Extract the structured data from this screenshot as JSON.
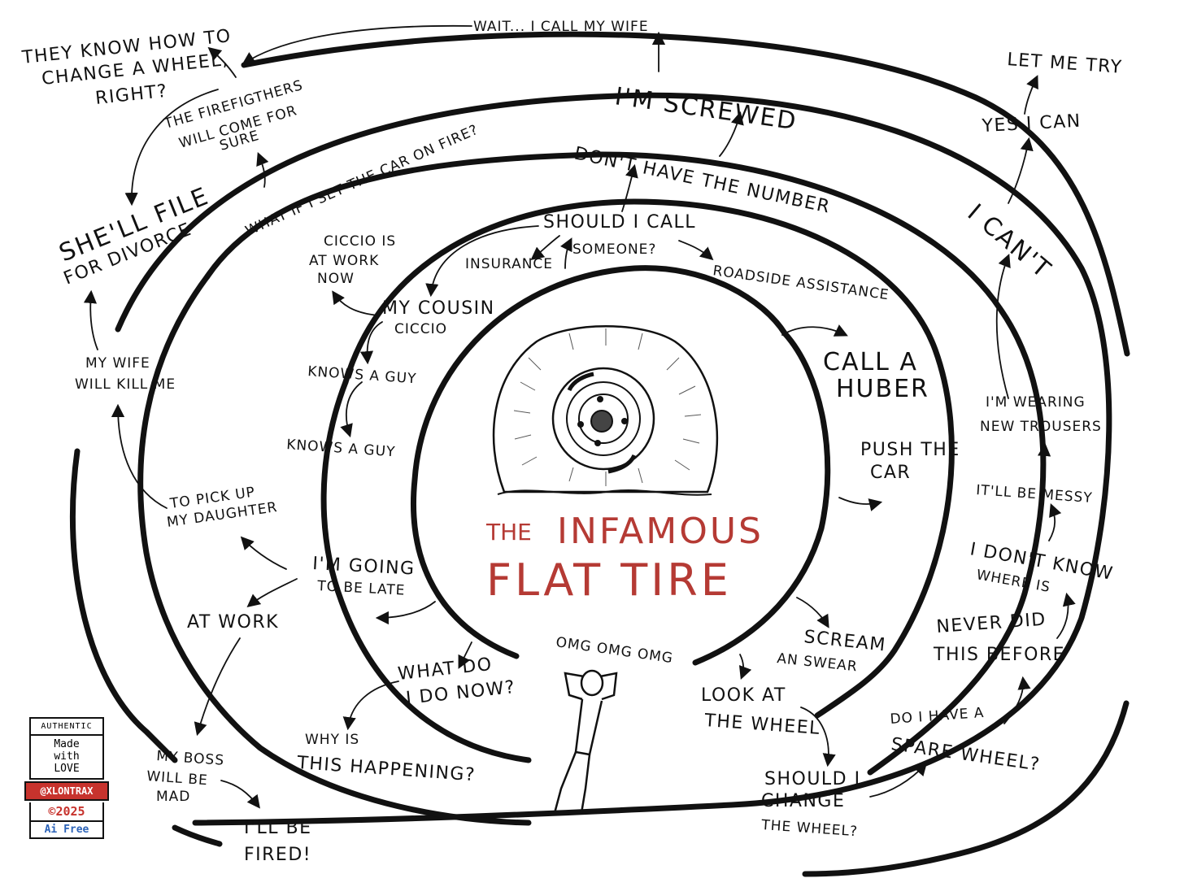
{
  "title": {
    "line1_prefix": "THE",
    "line1_word": "INFAMOUS",
    "line2": "FLAT TIRE"
  },
  "labels": {
    "wait_call_wife": "WAIT... I CALL MY WIFE",
    "they_know_1": "THEY KNOW HOW TO",
    "they_know_2": "CHANGE A WHEEL,",
    "they_know_3": "RIGHT?",
    "firefighters_1": "THE FIREFIGTHERS",
    "firefighters_2": "WILL COME FOR",
    "firefighters_3": "SURE",
    "set_car_fire": "WHAT IF I SET THE CAR ON FIRE?",
    "im_screwed": "I'M SCREWED",
    "dont_have_number": "DON'T HAVE THE NUMBER",
    "let_me_try": "LET ME TRY",
    "yes_i_can": "YES I CAN",
    "i_cant": "I CAN'T",
    "divorce_1": "SHE'LL FILE",
    "divorce_2": "FOR DIVORCE",
    "should_call_1": "SHOULD I CALL",
    "should_call_2": "SOMEONE?",
    "insurance": "INSURANCE",
    "roadside": "ROADSIDE ASSISTANCE",
    "ciccio_work_1": "CICCIO IS",
    "ciccio_work_2": "AT WORK",
    "ciccio_work_3": "NOW",
    "cousin_1": "MY COUSIN",
    "cousin_2": "CICCIO",
    "knows_guy_1": "KNOWS A GUY",
    "knows_guy_2": "KNOWS A GUY",
    "call_huber_1": "CALL A",
    "call_huber_2": "HUBER",
    "push_car_1": "PUSH THE",
    "push_car_2": "CAR",
    "wearing_1": "I'M WEARING",
    "wearing_2": "NEW TROUSERS",
    "messy": "IT'LL BE MESSY",
    "dont_know_1": "I DON'T KNOW",
    "dont_know_2": "WHERE IS",
    "never_did_1": "NEVER DID",
    "never_did_2": "THIS BEFORE",
    "wife_kill_1": "MY WIFE",
    "wife_kill_2": "WILL KILL ME",
    "pick_daughter_1": "TO PICK UP",
    "pick_daughter_2": "MY DAUGHTER",
    "going_late_1": "I'M GOING",
    "going_late_2": "TO BE LATE",
    "at_work": "AT WORK",
    "omg": "OMG OMG OMG",
    "what_do_1": "WHAT DO",
    "what_do_2": "I DO NOW?",
    "why_this_1": "WHY IS",
    "why_this_2": "THIS HAPPENING?",
    "scream_1": "SCREAM",
    "scream_2": "AN SWEAR",
    "look_wheel_1": "LOOK AT",
    "look_wheel_2": "THE WHEEL",
    "spare_1": "DO I HAVE A",
    "spare_2": "SPARE WHEEL?",
    "should_change_1": "SHOULD I",
    "should_change_2": "CHANGE",
    "should_change_3": "THE WHEEL?",
    "boss_1": "MY BOSS",
    "boss_2": "WILL BE",
    "boss_3": "MAD",
    "fired_1": "I'LL BE",
    "fired_2": "FIRED!"
  },
  "badge": {
    "head": "AUTHENTIC",
    "line1": "Made",
    "line2": "with",
    "line3": "LOVE",
    "handle": "@XLONTRAX",
    "year": "©2025",
    "free": "Ai Free"
  },
  "colors": {
    "ink": "#111111",
    "title_red": "#b53a34",
    "badge_red": "#c7332d",
    "badge_blue": "#2c63b8"
  }
}
